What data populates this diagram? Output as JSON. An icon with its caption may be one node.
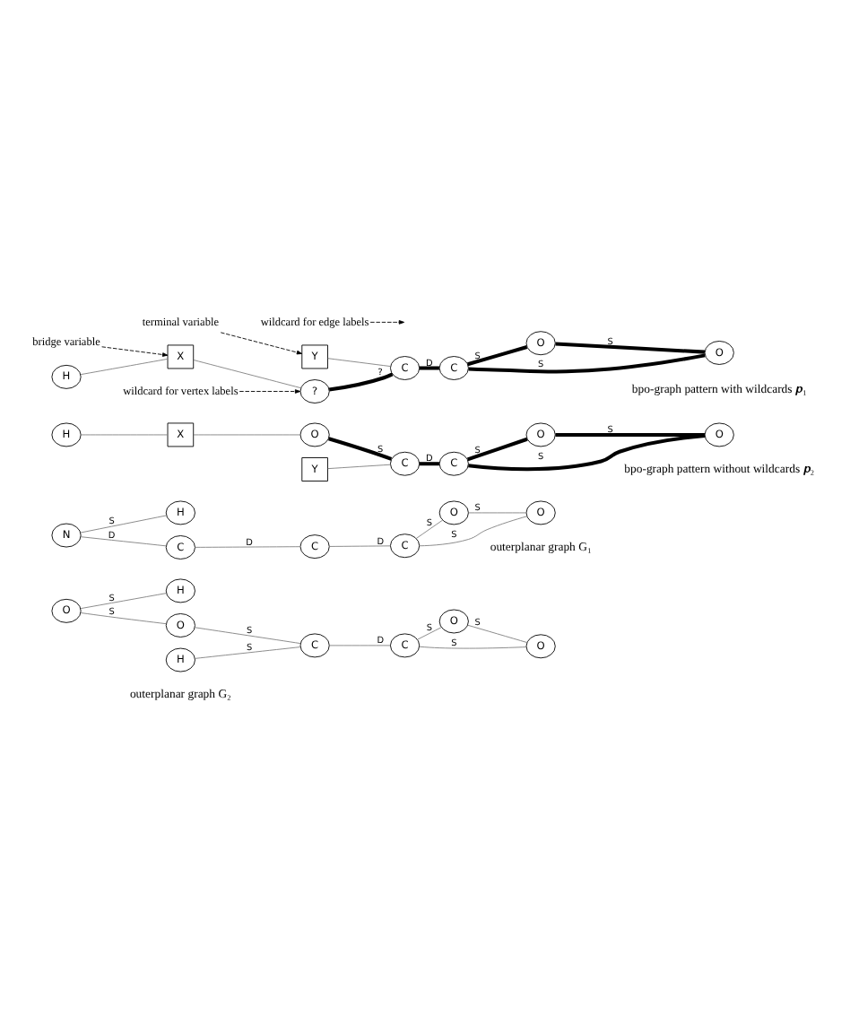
{
  "diagram": {
    "nodes": [
      {
        "text": [
          "bridge variable"
        ]
      },
      {
        "text": [
          "wildcard for edge labels"
        ]
      },
      {
        "text": [
          "H"
        ]
      },
      {
        "text": [
          "X"
        ]
      },
      {
        "text": [
          "?"
        ]
      },
      {
        "text": [
          "C"
        ]
      },
      {
        "text": [
          "O"
        ]
      },
      {
        "text": [
          "Y"
        ]
      },
      {
        "text": [
          "C"
        ]
      },
      {
        "text": [
          "O"
        ]
      },
      {
        "text": [
          "terminal variable"
        ]
      },
      {
        "text": [
          "wildcard for vertex labels"
        ]
      },
      {
        "text": [
          "H"
        ]
      },
      {
        "text": [
          "X"
        ]
      },
      {
        "text": [
          "O"
        ]
      },
      {
        "text": [
          "C"
        ]
      },
      {
        "text": [
          "O"
        ]
      },
      {
        "text": [
          "Y"
        ]
      },
      {
        "text": [
          "C"
        ]
      },
      {
        "text": [
          "O"
        ]
      },
      {
        "text": [
          "N"
        ]
      },
      {
        "text": [
          "C"
        ]
      },
      {
        "text": [
          "C"
        ]
      },
      {
        "text": [
          "O"
        ]
      },
      {
        "text": [
          "H"
        ]
      },
      {
        "text": [
          "C"
        ]
      },
      {
        "text": [
          "O"
        ]
      },
      {
        "text": [
          "O"
        ]
      },
      {
        "text": [
          "O"
        ]
      },
      {
        "text": [
          "C"
        ]
      },
      {
        "text": [
          "O"
        ]
      },
      {
        "text": [
          "H"
        ]
      },
      {
        "text": [
          "H"
        ]
      },
      {
        "text": [
          "C"
        ]
      },
      {
        "text": [
          "O"
        ]
      }
    ],
    "edges": [
      {
        "from": 2,
        "to": 3,
        "arrow": "none"
      },
      {
        "from": 3,
        "to": 4,
        "arrow": "none"
      },
      {
        "from": 4,
        "to": 8,
        "arrow": "none",
        "label": "?",
        "style": "thick",
        "color": "#000000"
      },
      {
        "from": 8,
        "to": 5,
        "arrow": "none",
        "label": "D",
        "style": "thick",
        "color": "#000000"
      },
      {
        "from": 5,
        "to": 6,
        "arrow": "none",
        "label": "S",
        "style": "thick",
        "color": "#000000"
      },
      {
        "from": 5,
        "to": 9,
        "arrow": "none",
        "label": "S",
        "style": "thick",
        "color": "#000000"
      },
      {
        "from": 9,
        "to": 6,
        "arrow": "none",
        "label": "S",
        "style": "thick",
        "color": "#000000"
      },
      {
        "from": 7,
        "to": 8,
        "arrow": "none"
      },
      {
        "from": 0,
        "to": 3,
        "arrow": "to",
        "style": "dashed",
        "color": "#000000"
      },
      {
        "from": 1,
        "to": null,
        "arrow": "to",
        "style": "dashed",
        "color": "#000000"
      },
      {
        "from": 10,
        "to": 7,
        "arrow": "to",
        "style": "dashed",
        "color": "#000000"
      },
      {
        "from": 11,
        "to": 4,
        "arrow": "to",
        "style": "dashed",
        "color": "#000000"
      },
      {
        "from": 12,
        "to": 13,
        "arrow": "none"
      },
      {
        "from": 13,
        "to": 14,
        "arrow": "none"
      },
      {
        "from": 14,
        "to": 18,
        "arrow": "none",
        "label": "S",
        "style": "thick",
        "color": "#000000"
      },
      {
        "from": 18,
        "to": 15,
        "arrow": "none",
        "label": "D",
        "style": "thick",
        "color": "#000000"
      },
      {
        "from": 15,
        "to": 16,
        "arrow": "none",
        "label": "S",
        "style": "thick",
        "color": "#000000"
      },
      {
        "from": 15,
        "to": 19,
        "arrow": "none",
        "label": "S",
        "style": "thick",
        "color": "#000000"
      },
      {
        "from": 19,
        "to": 16,
        "arrow": "none",
        "label": "S",
        "style": "thick",
        "color": "#000000"
      },
      {
        "from": 17,
        "to": 18,
        "arrow": "none"
      },
      {
        "from": 20,
        "to": 21,
        "arrow": "none",
        "label": "D"
      },
      {
        "from": 20,
        "to": 24,
        "arrow": "none",
        "label": "S"
      },
      {
        "from": 21,
        "to": 25,
        "arrow": "none",
        "label": "D"
      },
      {
        "from": 25,
        "to": 22,
        "arrow": "none",
        "label": "D"
      },
      {
        "from": 22,
        "to": 23,
        "arrow": "none",
        "label": "S"
      },
      {
        "from": 22,
        "to": 26,
        "arrow": "none",
        "label": "S"
      },
      {
        "from": 26,
        "to": 23,
        "arrow": "none",
        "label": "S"
      },
      {
        "from": 27,
        "to": 28,
        "arrow": "none",
        "label": "S"
      },
      {
        "from": 27,
        "to": 31,
        "arrow": "none",
        "label": "S"
      },
      {
        "from": 28,
        "to": 33,
        "arrow": "none",
        "label": "S"
      },
      {
        "from": 32,
        "to": 33,
        "arrow": "none",
        "label": "S"
      },
      {
        "from": 33,
        "to": 29,
        "arrow": "none",
        "label": "D"
      },
      {
        "from": 29,
        "to": 30,
        "arrow": "none",
        "label": "S"
      },
      {
        "from": 29,
        "to": 34,
        "arrow": "none",
        "label": "S"
      },
      {
        "from": 34,
        "to": 30,
        "arrow": "none",
        "label": "S"
      }
    ],
    "labels": [
      "bpo-graph pattern with wildcards 𝒑₁",
      "bpo-graph pattern without wildcards 𝒑₂",
      "outerplanar graph G₁",
      "outerplanar graph G₂"
    ]
  }
}
